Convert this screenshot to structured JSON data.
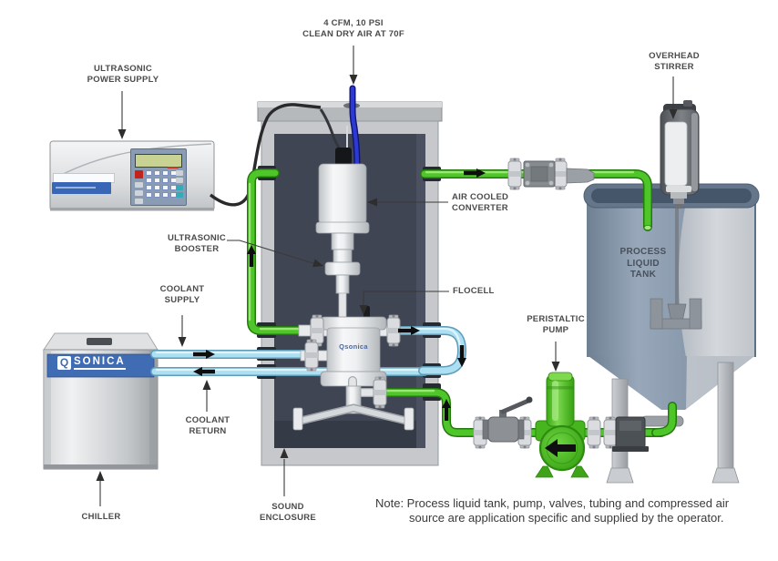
{
  "diagram": {
    "labels": {
      "air_supply": {
        "line1": "4 CFM, 10 PSI",
        "line2": "CLEAN DRY AIR AT 70F"
      },
      "power_supply": {
        "line1": "ULTRASONIC",
        "line2": "POWER SUPPLY"
      },
      "overhead_stirrer": {
        "line1": "OVERHEAD",
        "line2": "STIRRER"
      },
      "air_cooled_converter": {
        "line1": "AIR COOLED",
        "line2": "CONVERTER"
      },
      "ultrasonic_booster": {
        "line1": "ULTRASONIC",
        "line2": "BOOSTER"
      },
      "flocell": "FLOCELL",
      "coolant_supply": {
        "line1": "COOLANT",
        "line2": "SUPPLY"
      },
      "coolant_return": {
        "line1": "COOLANT",
        "line2": "RETURN"
      },
      "chiller": "CHILLER",
      "sound_enclosure": {
        "line1": "SOUND",
        "line2": "ENCLOSURE"
      },
      "peristaltic_pump": {
        "line1": "PERISTALTIC",
        "line2": "PUMP"
      },
      "process_liquid_tank": {
        "line1": "PROCESS",
        "line2": "LIQUID",
        "line3": "TANK"
      }
    },
    "note": {
      "line1": "Note: Process liquid tank, pump, valves, tubing and compressed air",
      "line2": "source are application specific and supplied by the operator."
    },
    "branding": {
      "chiller_logo_q": "Q",
      "chiller_logo_text": "SONICA",
      "flocell_logo": "Qsonica"
    },
    "colors": {
      "tube_green": "#4ec528",
      "tube_coolant": "#abdff1",
      "tube_air": "#2c39d4",
      "brand_blue": "#3f6cb3",
      "enclosure_interior": "#3f4552"
    }
  }
}
